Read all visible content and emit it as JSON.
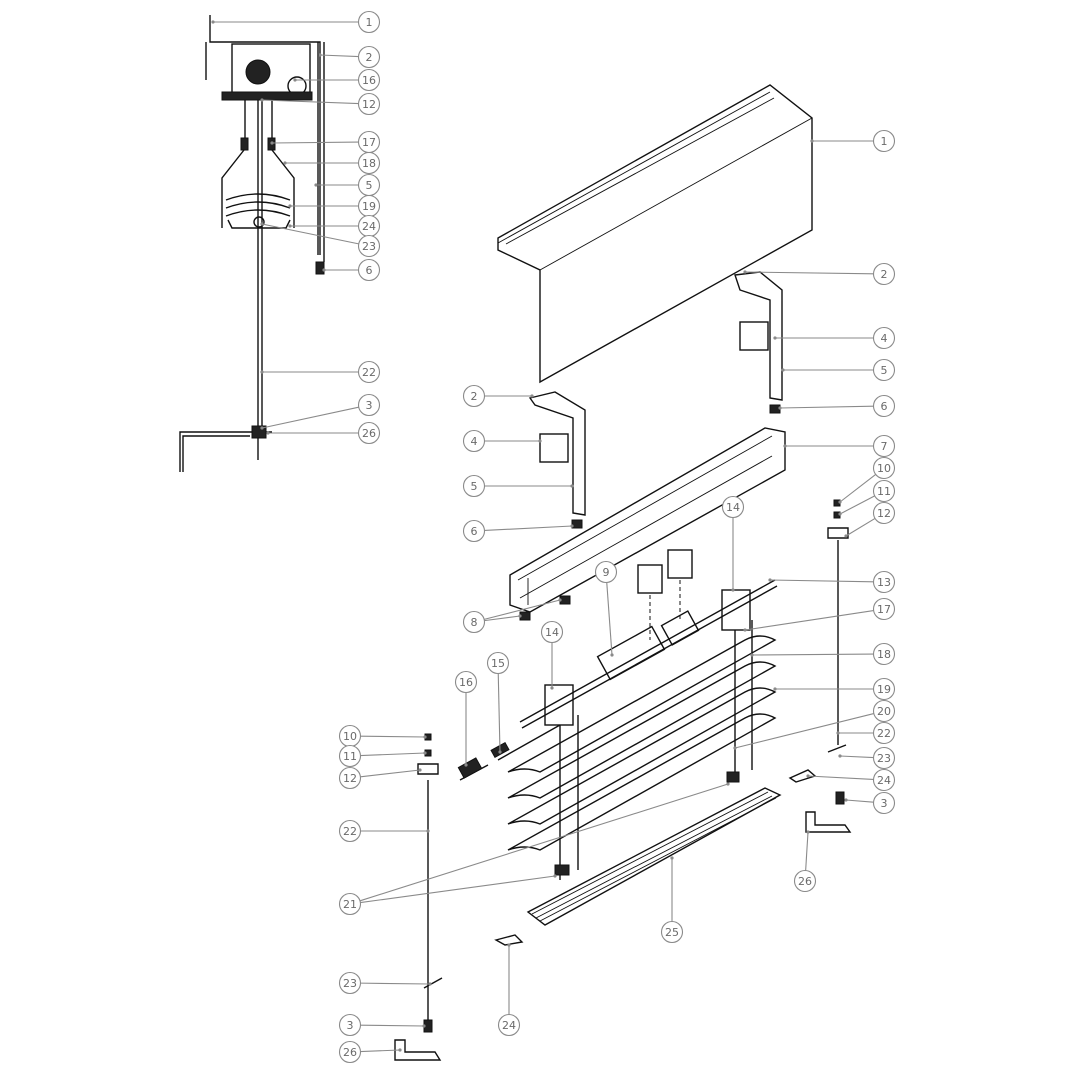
{
  "title": "Exploded assembly diagram of motorized venetian blind",
  "section_callouts": [
    "1",
    "2",
    "16",
    "12",
    "17",
    "18",
    "5",
    "19",
    "24",
    "23",
    "6",
    "22",
    "3",
    "26"
  ],
  "right_callouts": [
    "1",
    "2",
    "4",
    "5",
    "6",
    "7",
    "10",
    "11",
    "12",
    "13",
    "17",
    "18",
    "19",
    "20",
    "22",
    "23",
    "24",
    "3",
    "26"
  ],
  "left_callouts": [
    "2",
    "4",
    "5",
    "6",
    "8",
    "9",
    "14",
    "14",
    "15",
    "16",
    "10",
    "11",
    "12",
    "22",
    "21",
    "25",
    "23",
    "3",
    "26",
    "24"
  ],
  "colors": {
    "line": "#111111",
    "leader": "#8a8a8a",
    "label": "#6a6a6a"
  }
}
